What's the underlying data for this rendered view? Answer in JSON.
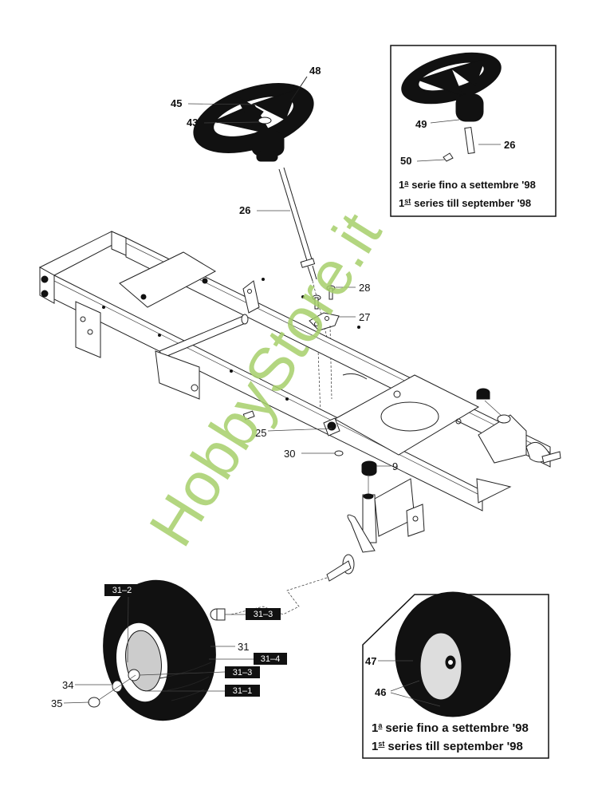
{
  "diagram": {
    "title": "Steering wheel, frame and front wheels exploded parts view",
    "watermark": "HobbyStore.it",
    "main_callouts": {
      "c48": "48",
      "c45": "45",
      "c43": "43",
      "c26": "26",
      "c28": "28",
      "c27": "27",
      "c25": "25",
      "c30": "30",
      "c9": "9",
      "c34": "34",
      "c35": "35",
      "c31": "31"
    },
    "wheel_tags": {
      "t31_2": "31–2",
      "t31_3a": "31–3",
      "t31_4": "31–4",
      "t31_3b": "31–3",
      "t31_1": "31–1"
    },
    "inset_steering": {
      "callouts": {
        "c49": "49",
        "c26": "26",
        "c50": "50"
      },
      "note_it_num": "1",
      "note_it_sup": "a",
      "note_it": "serie fino a settembre '98",
      "note_en_num": "1",
      "note_en_sup": "st",
      "note_en": "series till september  '98"
    },
    "inset_wheel": {
      "callouts": {
        "c47": "47",
        "c46": "46"
      },
      "note_it_num": "1",
      "note_it_sup": "a",
      "note_it": "serie fino a settembre '98",
      "note_en_num": "1",
      "note_en_sup": "st",
      "note_en": "series till september '98"
    },
    "colors": {
      "ink": "#111111",
      "watermark": "#a6cf6a",
      "background": "#ffffff"
    }
  }
}
